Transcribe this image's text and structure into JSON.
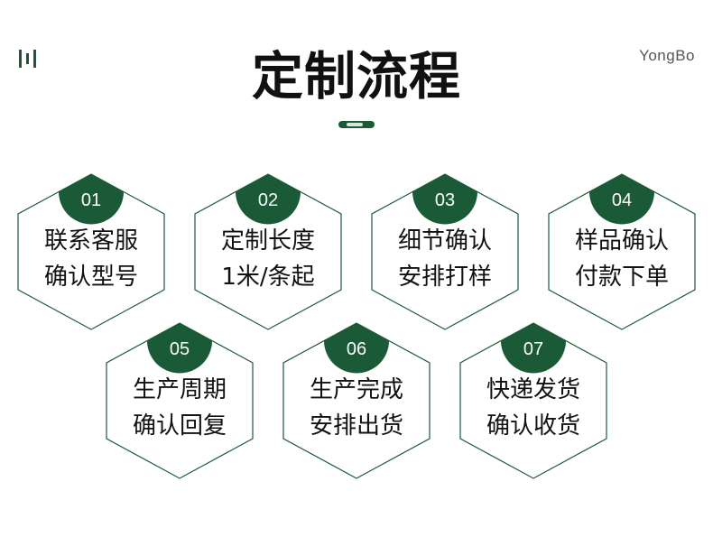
{
  "header": {
    "title": "定制流程",
    "brand": "YongBo",
    "decoration_icon": "vertical-bars-icon"
  },
  "colors": {
    "accent": "#1b5a36",
    "text": "#111111",
    "brand_text": "#555555",
    "pill_light": "#d6e4da"
  },
  "steps": [
    {
      "number": "01",
      "line1": "联系客服",
      "line2": "确认型号"
    },
    {
      "number": "02",
      "line1": "定制长度",
      "line2": "1米/条起"
    },
    {
      "number": "03",
      "line1": "细节确认",
      "line2": "安排打样"
    },
    {
      "number": "04",
      "line1": "样品确认",
      "line2": "付款下单"
    },
    {
      "number": "05",
      "line1": "生产周期",
      "line2": "确认回复"
    },
    {
      "number": "06",
      "line1": "生产完成",
      "line2": "安排出货"
    },
    {
      "number": "07",
      "line1": "快递发货",
      "line2": "确认收货"
    }
  ]
}
